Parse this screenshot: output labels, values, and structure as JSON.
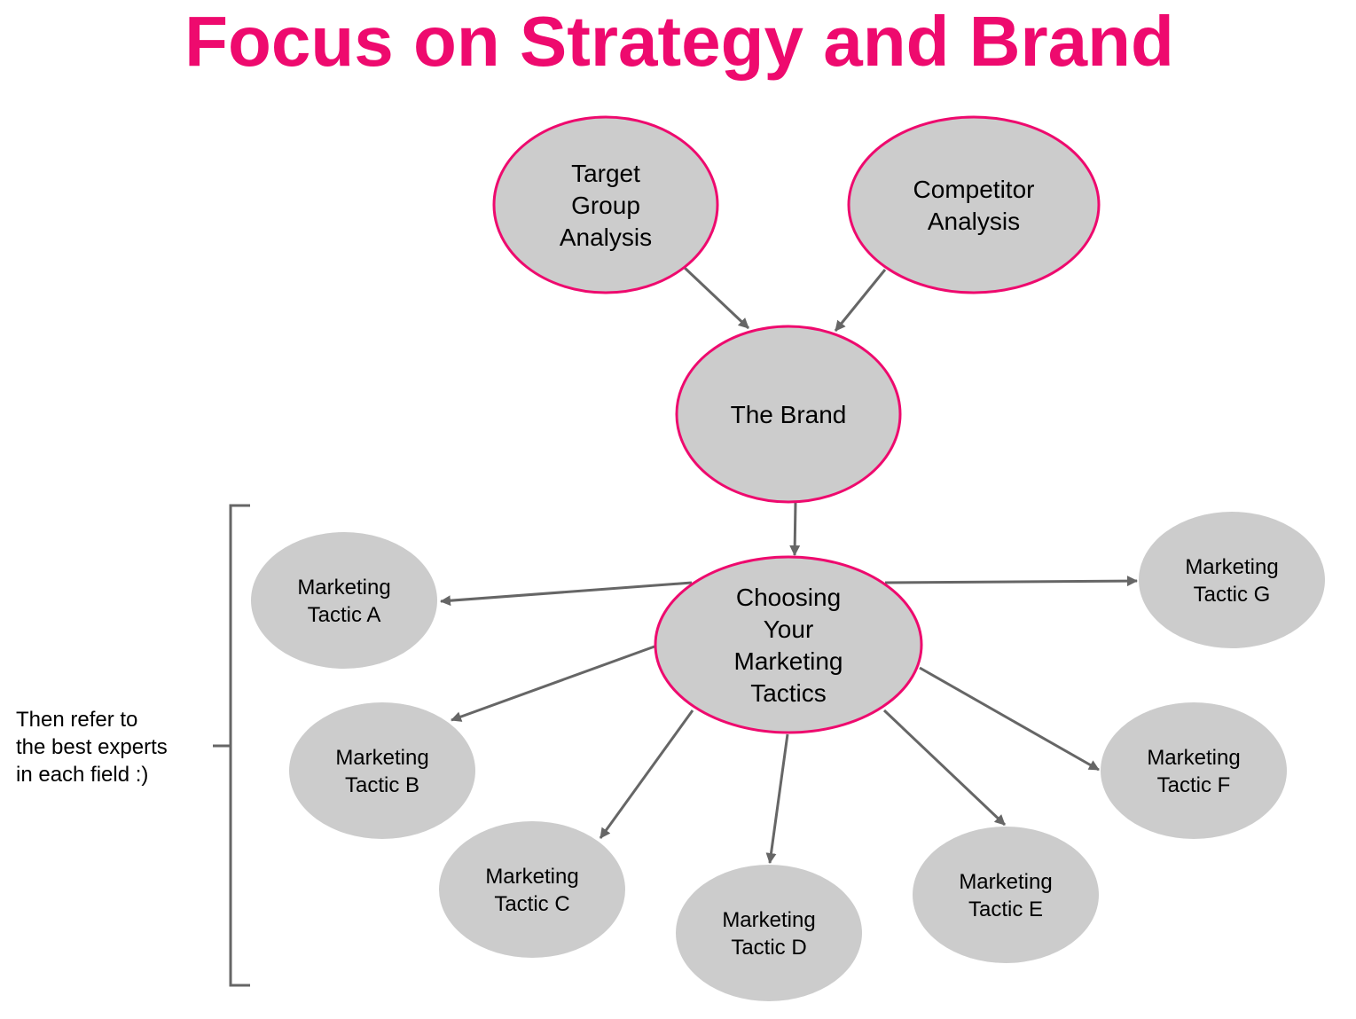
{
  "title": "Focus on Strategy and Brand",
  "colors": {
    "accent": "#ee0a6e",
    "node_fill": "#cccccc",
    "arrow": "#666666",
    "text": "#000000"
  },
  "nodes": {
    "target_group": {
      "label": [
        "Target",
        "Group",
        "Analysis"
      ]
    },
    "competitor": {
      "label": [
        "Competitor",
        "Analysis"
      ]
    },
    "brand": {
      "label": [
        "The Brand"
      ]
    },
    "choosing": {
      "label": [
        "Choosing",
        "Your",
        "Marketing",
        "Tactics"
      ]
    },
    "tactic_a": {
      "label": [
        "Marketing",
        "Tactic A"
      ]
    },
    "tactic_b": {
      "label": [
        "Marketing",
        "Tactic B"
      ]
    },
    "tactic_c": {
      "label": [
        "Marketing",
        "Tactic C"
      ]
    },
    "tactic_d": {
      "label": [
        "Marketing",
        "Tactic D"
      ]
    },
    "tactic_e": {
      "label": [
        "Marketing",
        "Tactic E"
      ]
    },
    "tactic_f": {
      "label": [
        "Marketing",
        "Tactic F"
      ]
    },
    "tactic_g": {
      "label": [
        "Marketing",
        "Tactic G"
      ]
    }
  },
  "edges": [
    {
      "from": "target_group",
      "to": "brand"
    },
    {
      "from": "competitor",
      "to": "brand"
    },
    {
      "from": "brand",
      "to": "choosing"
    },
    {
      "from": "choosing",
      "to": "tactic_a"
    },
    {
      "from": "choosing",
      "to": "tactic_b"
    },
    {
      "from": "choosing",
      "to": "tactic_c"
    },
    {
      "from": "choosing",
      "to": "tactic_d"
    },
    {
      "from": "choosing",
      "to": "tactic_e"
    },
    {
      "from": "choosing",
      "to": "tactic_f"
    },
    {
      "from": "choosing",
      "to": "tactic_g"
    }
  ],
  "note": {
    "lines": [
      "Then refer to",
      "the best experts",
      "in each field :)"
    ]
  }
}
